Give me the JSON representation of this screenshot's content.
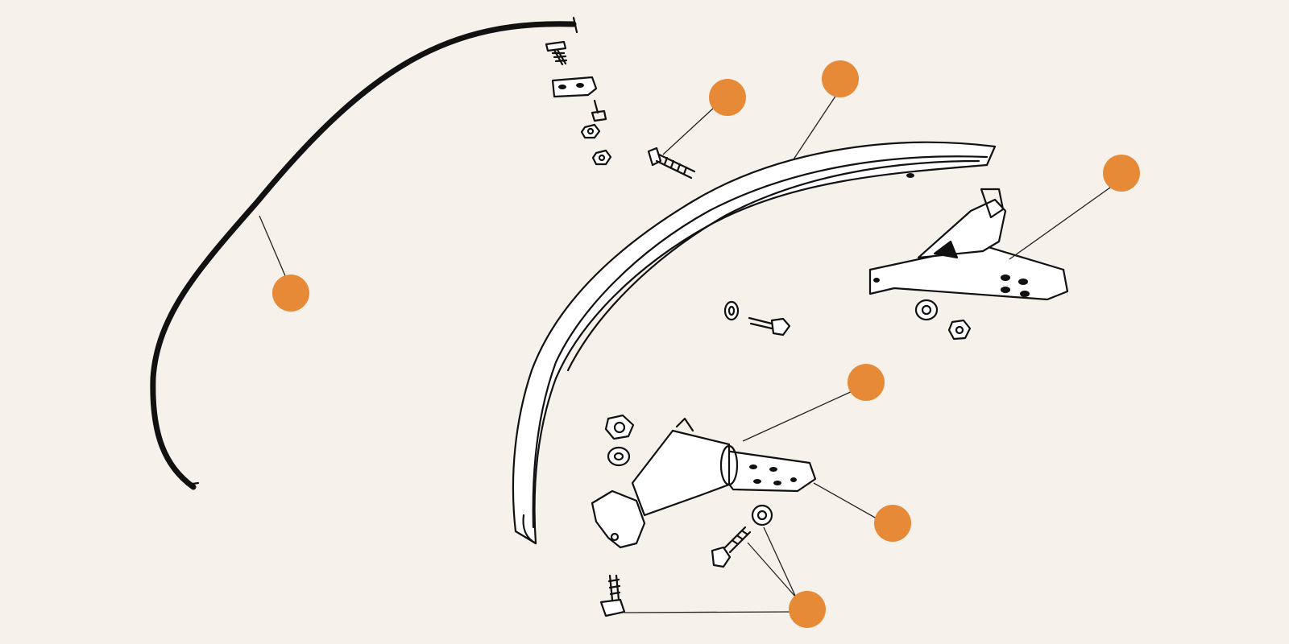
{
  "diagram": {
    "callout_color": "#e68a37",
    "line_color": "#111111",
    "background": "#f6f1eb",
    "parts": [
      "bumper-blade-rubber",
      "bumper-blade",
      "bolt",
      "bracket-upper",
      "bracket-lower",
      "nuts",
      "washers",
      "bolts-small"
    ]
  }
}
